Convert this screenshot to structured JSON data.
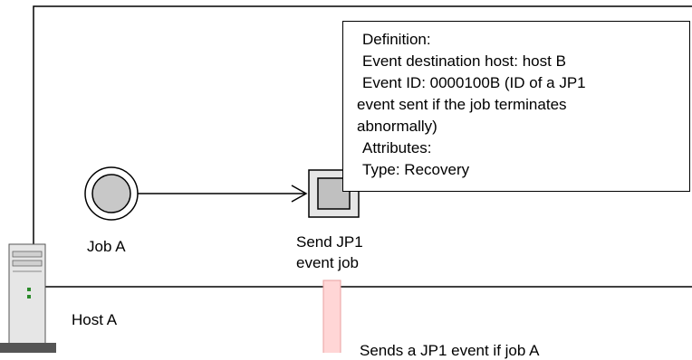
{
  "definition": {
    "lines": [
      "Definition:",
      "Event destination host: host B",
      "Event ID: 0000100B (ID of a JP1",
      "event sent if the job terminates",
      "abnormally)",
      "Attributes:",
      "Type: Recovery"
    ]
  },
  "nodes": {
    "job_a": "Job A",
    "send_job_line1": "Send JP1",
    "send_job_line2": "event job"
  },
  "host": {
    "label": "Host A"
  },
  "annotation": {
    "text": "Sends a JP1 event if job A"
  },
  "colors": {
    "event_bar_fill": "#ffd6d6",
    "event_bar_stroke": "#e8a0a0",
    "job_icon_fill": "#c8c8c8",
    "send_icon_inner": "#c0c0c0"
  }
}
